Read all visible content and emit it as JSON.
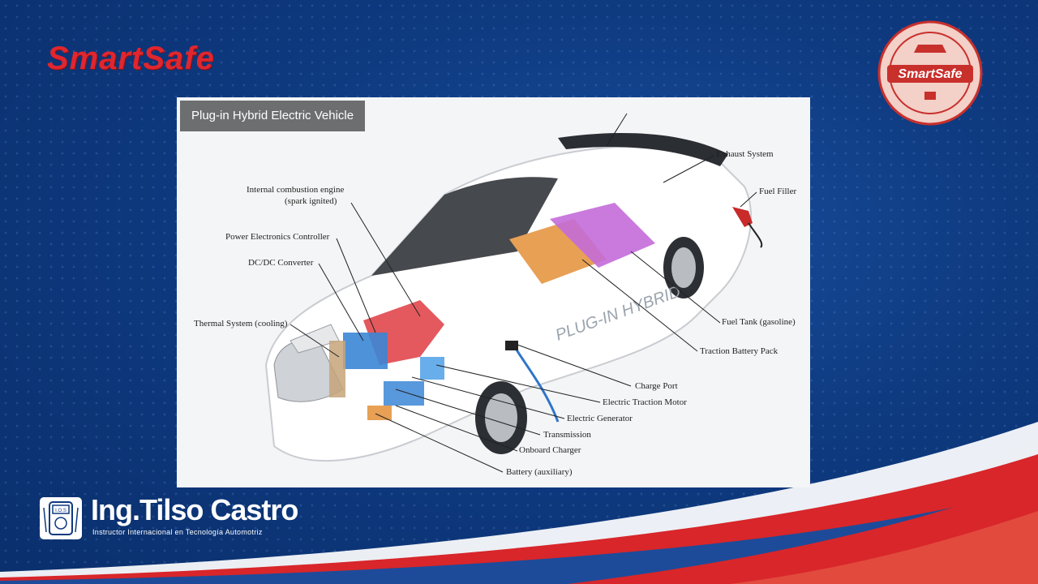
{
  "brand": {
    "logo_text": "SmartSafe"
  },
  "seal": {
    "text": "SmartSafe"
  },
  "diagram": {
    "title": "Plug-in Hybrid Electric Vehicle",
    "callouts": [
      {
        "id": "exhaust",
        "label": "Exhaust System"
      },
      {
        "id": "fuel-filler",
        "label": "Fuel Filler"
      },
      {
        "id": "ice",
        "label": "Internal combustion engine"
      },
      {
        "id": "ice-sub",
        "label": "(spark ignited)"
      },
      {
        "id": "pec",
        "label": "Power Electronics Controller"
      },
      {
        "id": "dcdc",
        "label": "DC/DC Converter"
      },
      {
        "id": "thermal",
        "label": "Thermal System (cooling)"
      },
      {
        "id": "fuel-tank",
        "label": "Fuel Tank (gasoline)"
      },
      {
        "id": "traction-battery",
        "label": "Traction Battery Pack"
      },
      {
        "id": "charge-port",
        "label": "Charge Port"
      },
      {
        "id": "etm",
        "label": "Electric Traction Motor"
      },
      {
        "id": "generator",
        "label": "Electric Generator"
      },
      {
        "id": "transmission",
        "label": "Transmission"
      },
      {
        "id": "onboard-charger",
        "label": "Onboard Charger"
      },
      {
        "id": "aux-battery",
        "label": "Battery (auxiliary)"
      }
    ],
    "car_lettering": "PLUG-IN HYBRID",
    "colors": {
      "engine": "#e0474c",
      "battery": "#e8a055",
      "fuel_tank": "#c36bd8",
      "electronics": "#3b86d6"
    }
  },
  "presenter": {
    "name": "Ing.Tilso Castro",
    "role": "Instructor Internacional en Tecnología Automotriz",
    "badge_text": "I.O.S"
  },
  "theme": {
    "background": "#0d3b85",
    "accent_red": "#e0262e",
    "wave_red": "#d8262a"
  }
}
